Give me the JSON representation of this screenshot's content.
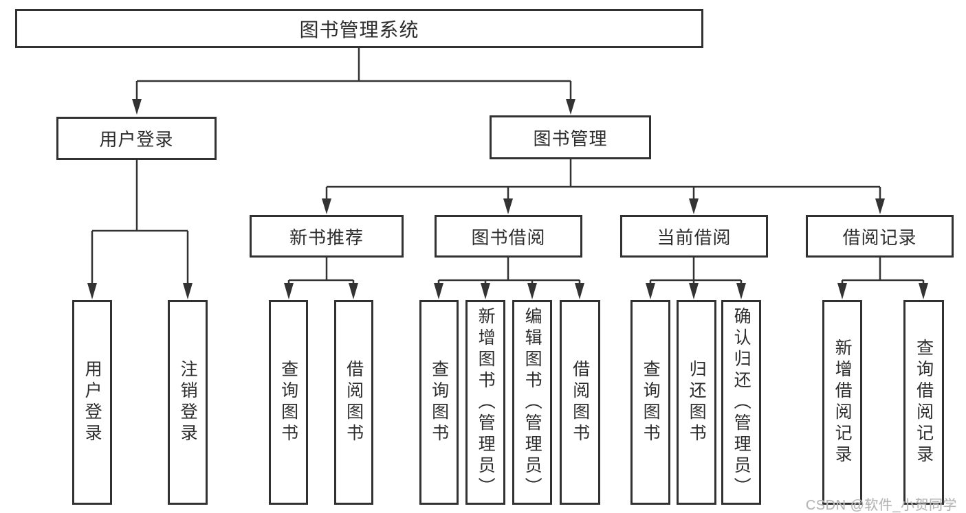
{
  "tree": {
    "root": {
      "label": "图书管理系统"
    },
    "branches": [
      {
        "label": "用户登录",
        "children": [
          {
            "label": "用户登录"
          },
          {
            "label": "注销登录"
          }
        ]
      },
      {
        "label": "图书管理",
        "children": [
          {
            "label": "新书推荐",
            "children": [
              {
                "label": "查询图书"
              },
              {
                "label": "借阅图书"
              }
            ]
          },
          {
            "label": "图书借阅",
            "children": [
              {
                "label": "查询图书"
              },
              {
                "label": "新增图书（管理员）"
              },
              {
                "label": "编辑图书（管理员）"
              },
              {
                "label": "借阅图书"
              }
            ]
          },
          {
            "label": "当前借阅",
            "children": [
              {
                "label": "查询图书"
              },
              {
                "label": "归还图书"
              },
              {
                "label": "确认归还（管理员）"
              }
            ]
          },
          {
            "label": "借阅记录",
            "children": [
              {
                "label": "新增借阅记录"
              },
              {
                "label": "查询借阅记录"
              }
            ]
          }
        ]
      }
    ]
  },
  "watermark": {
    "text": "CSDN @软件_小贺同学"
  },
  "colors": {
    "line": "#333333",
    "box_border": "#313131",
    "text": "#2d2d2d",
    "watermark": "#b5b5b5",
    "background": "#ffffff"
  }
}
